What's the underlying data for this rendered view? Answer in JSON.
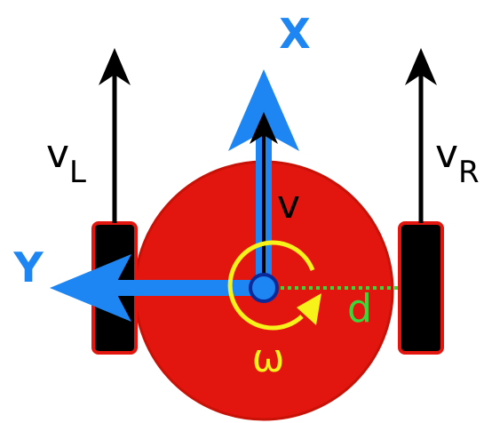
{
  "labels": {
    "x_axis": "X",
    "y_axis": "Y",
    "v_left_main": "v",
    "v_left_sub": "L",
    "v_right_main": "v",
    "v_right_sub": "R",
    "v_center": "v",
    "omega": "ω",
    "d": "d"
  },
  "colors": {
    "body_fill": "#e3160f",
    "body_edge": "#c81208",
    "wheel_fill": "#000000",
    "wheel_edge": "#e3160f",
    "axis_blue": "#1e86f2",
    "center_fill": "#1e86f2",
    "center_edge": "#0a2a9a",
    "rotation_yellow": "#f7f31a",
    "distance_green": "#39d83a",
    "velocity_black": "#000000",
    "text_black": "#000000"
  },
  "icons": {
    "rotation": "curved-arrow-icon",
    "velocity": "arrow-up-icon"
  }
}
